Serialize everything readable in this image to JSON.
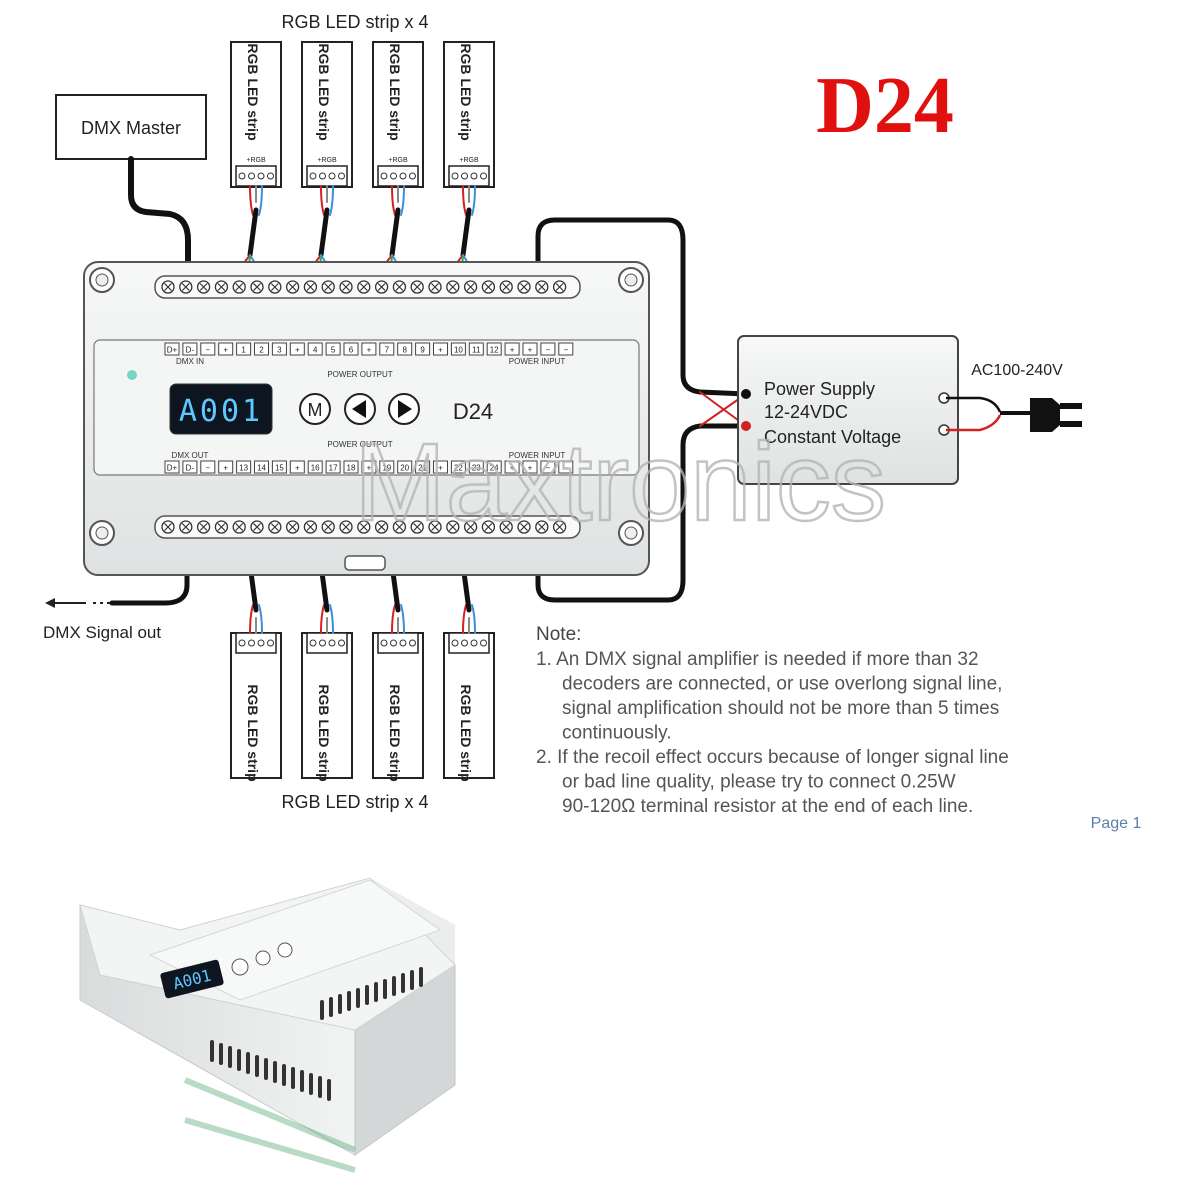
{
  "title": "D24",
  "strip_group_top_label": "RGB LED strip x 4",
  "strip_group_bottom_label": "RGB LED strip x 4",
  "strip_label": "RGB LED strip",
  "strip_pins": "+RGB",
  "dmx_master_label": "DMX Master",
  "dmx_signal_out_label": "DMX Signal out",
  "controller": {
    "display_value": "A001",
    "model_label": "D24",
    "buttons": {
      "mode": "M",
      "left": "◀",
      "right": "▶"
    },
    "top_terminal_labels": [
      "D+",
      "D-",
      "−",
      "+",
      "1",
      "2",
      "3",
      "+",
      "4",
      "5",
      "6",
      "+",
      "7",
      "8",
      "9",
      "+",
      "10",
      "11",
      "12",
      "+",
      "+",
      "−",
      "−"
    ],
    "bottom_terminal_labels": [
      "D+",
      "D-",
      "−",
      "+",
      "13",
      "14",
      "15",
      "+",
      "16",
      "17",
      "18",
      "+",
      "19",
      "20",
      "21",
      "+",
      "22",
      "23",
      "24",
      "+",
      "+",
      "−",
      "−"
    ],
    "dmx_in_label": "DMX IN",
    "dmx_out_label": "DMX OUT",
    "power_output_label": "POWER OUTPUT",
    "power_input_label": "POWER INPUT"
  },
  "power_supply": {
    "line1": "Power Supply",
    "line2": "12-24VDC",
    "line3": "Constant Voltage"
  },
  "ac_label": "AC100-240V",
  "note": {
    "heading": "Note:",
    "lines": [
      "1. An DMX signal amplifier is needed if more than 32",
      "decoders are connected, or use overlong signal line,",
      "signal amplification should not be more than 5 times",
      "continuously.",
      "2. If the recoil effect occurs because of longer signal line",
      "or bad line quality, please try to connect 0.25W",
      "90-120Ω terminal resistor at the end of each line."
    ]
  },
  "page_label": "Page 1",
  "watermark": "Maxtronics",
  "photo": {
    "display_value": "A001"
  },
  "colors": {
    "title": "#e0100f",
    "display_text": "#5ec8ff",
    "wire_red": "#d32020",
    "wire_green": "#2aa84a",
    "wire_blue": "#3a8fd8"
  }
}
